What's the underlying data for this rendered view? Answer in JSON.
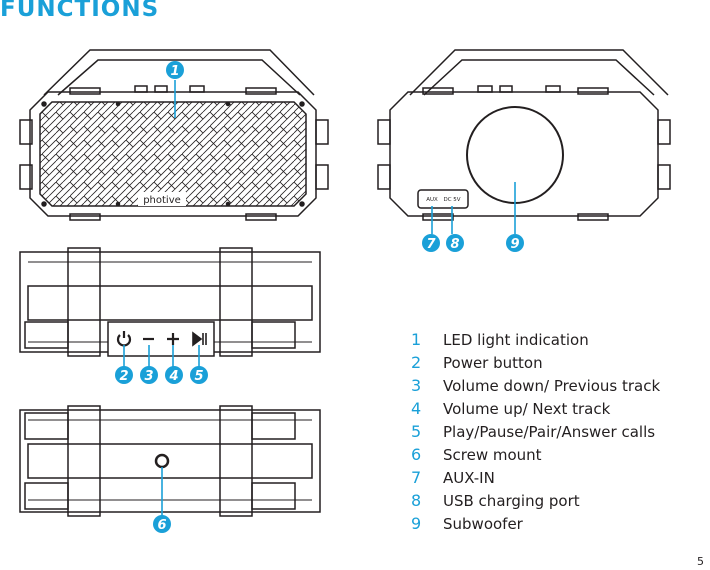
{
  "page": {
    "heading": "FUNCTIONS",
    "page_number": "5"
  },
  "speaker_front": {
    "brand_logo": "photive"
  },
  "speaker_back": {
    "port_labels": [
      "AUX",
      "DC 5V"
    ]
  },
  "callouts": [
    "1",
    "2",
    "3",
    "4",
    "5",
    "6",
    "7",
    "8",
    "9"
  ],
  "functions": [
    {
      "number": "1",
      "label": "LED light indication"
    },
    {
      "number": "2",
      "label": "Power button"
    },
    {
      "number": "3",
      "label": "Volume down/ Previous track"
    },
    {
      "number": "4",
      "label": "Volume up/ Next track"
    },
    {
      "number": "5",
      "label": "Play/Pause/Pair/Answer calls"
    },
    {
      "number": "6",
      "label": "Screw mount"
    },
    {
      "number": "7",
      "label": "AUX-IN"
    },
    {
      "number": "8",
      "label": "USB charging port"
    },
    {
      "number": "9",
      "label": "Subwoofer"
    }
  ],
  "colors": {
    "accent": "#1aa0d8",
    "line_art": "#231f20"
  }
}
